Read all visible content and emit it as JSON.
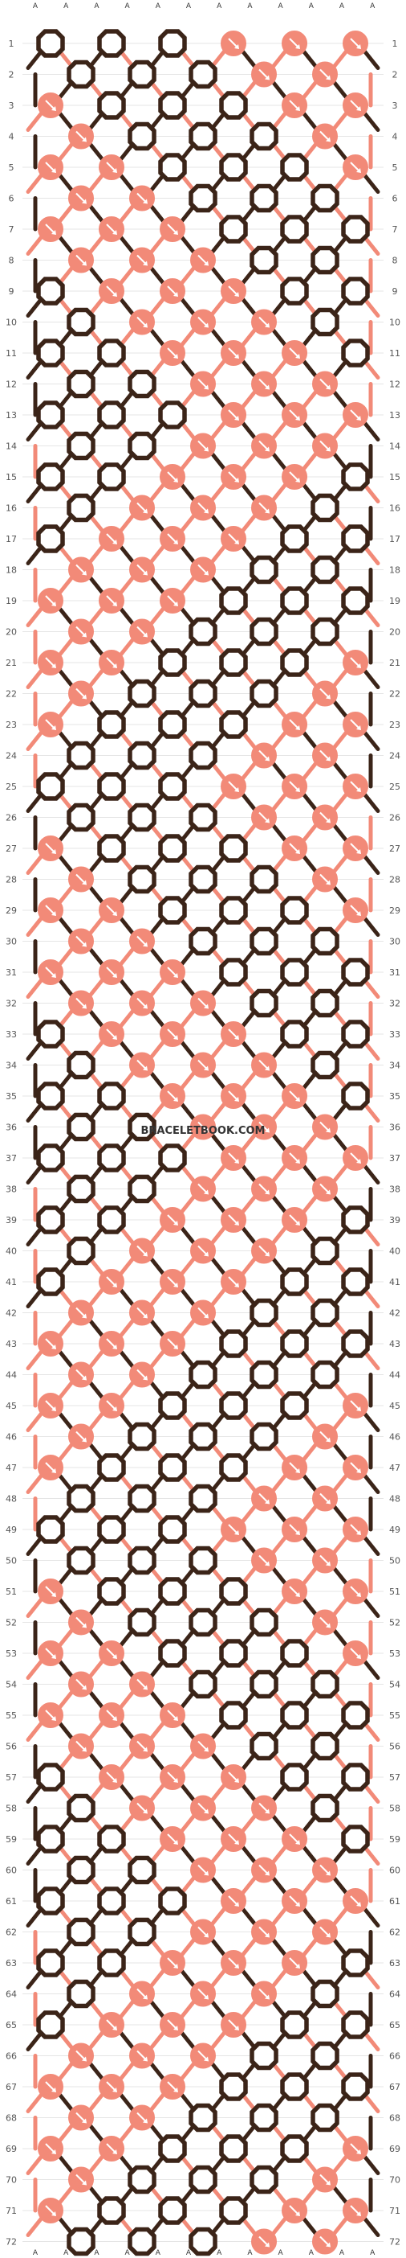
{
  "pattern": {
    "watermark": "BRACELETBOOK.COM",
    "rows": 72,
    "string_count": 12,
    "string_letters": [
      "A",
      "A",
      "A",
      "A",
      "A",
      "A",
      "A",
      "A",
      "A",
      "A",
      "A",
      "A"
    ],
    "colors": {
      "dark": "#3b2418",
      "light": "#f28a78",
      "arrow": "#ffffff",
      "grid": "#cccccc"
    },
    "knot_types": [
      "forward",
      "backward",
      "forward-backward",
      "backward-forward"
    ],
    "description_note": ""
  }
}
